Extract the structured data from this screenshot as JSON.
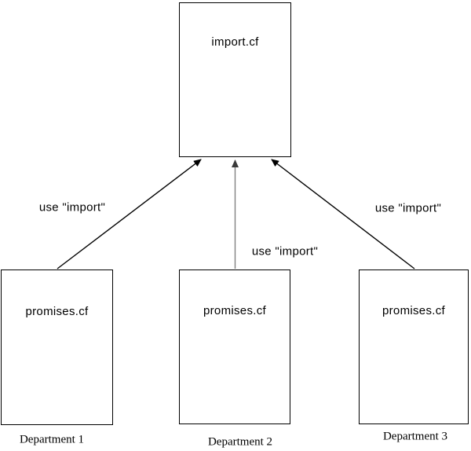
{
  "colors": {
    "background": "#ffffff",
    "line": "#000000",
    "middle_line": "#808080",
    "middle_arrowhead": "#3a3a3a",
    "text": "#000000"
  },
  "top_node": {
    "label": "import.cf"
  },
  "bottom_nodes": [
    {
      "label": "promises.cf",
      "caption": "Department 1"
    },
    {
      "label": "promises.cf",
      "caption": "Department 2"
    },
    {
      "label": "promises.cf",
      "caption": "Department 3"
    }
  ],
  "edge_labels": [
    {
      "text": "use \"import\""
    },
    {
      "text": "use \"import\""
    },
    {
      "text": "use \"import\""
    }
  ]
}
